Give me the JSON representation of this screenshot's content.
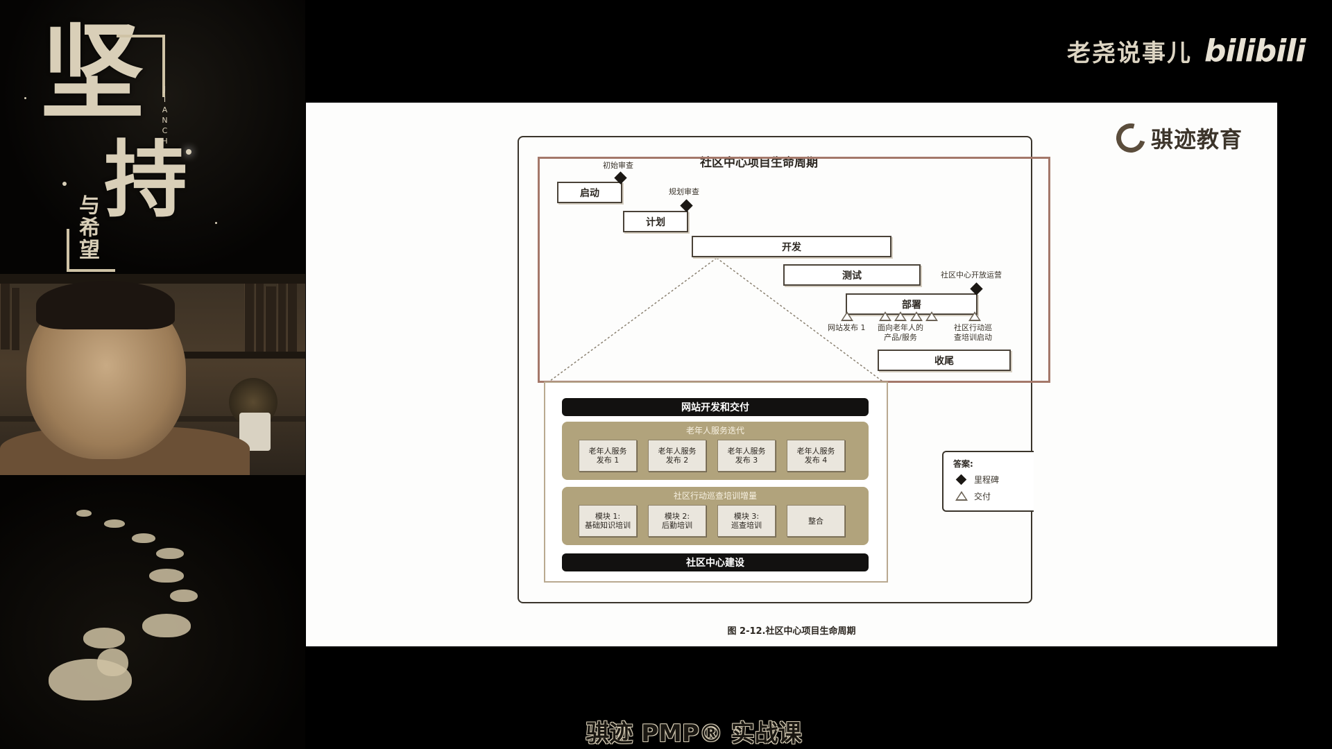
{
  "overlay": {
    "calligraphy_main": "坚持",
    "calligraphy_sub": "与希望",
    "calligraphy_pinyin": "JIANCHI",
    "channel_name": "老尧说事儿",
    "platform_logo": "bilibili",
    "course_title": "骐迹 PMP® 实战课"
  },
  "slide": {
    "logo_text": "骐迹教育",
    "chart_title": "社区中心项目生命周期",
    "phases": {
      "start": "启动",
      "plan": "计划",
      "develop": "开发",
      "test": "测试",
      "deploy": "部署",
      "close": "收尾"
    },
    "milestones": {
      "initial_review": "初始审查",
      "plan_review": "规划审查",
      "open_operation": "社区中心开放运营"
    },
    "deliveries": {
      "site_release": "网站发布 1",
      "elder_products_1": "面向老年人的",
      "elder_products_2": "产品/服务",
      "patrol_training_1": "社区行动巡",
      "patrol_training_2": "查培训启动"
    },
    "detail": {
      "top_bar": "网站开发和交付",
      "band1_title": "老年人服务迭代",
      "band1_items": [
        [
          "老年人服务",
          "发布 1"
        ],
        [
          "老年人服务",
          "发布 2"
        ],
        [
          "老年人服务",
          "发布 3"
        ],
        [
          "老年人服务",
          "发布 4"
        ]
      ],
      "band2_title": "社区行动巡查培训增量",
      "band2_items": [
        [
          "模块 1:",
          "基础知识培训"
        ],
        [
          "模块 2:",
          "后勤培训"
        ],
        [
          "模块 3:",
          "巡查培训"
        ],
        [
          "整合",
          ""
        ]
      ],
      "bottom_bar": "社区中心建设"
    },
    "legend": {
      "title": "答案:",
      "milestone": "里程碑",
      "delivery": "交付"
    },
    "caption": "图 2-12.社区中心项目生命周期"
  }
}
